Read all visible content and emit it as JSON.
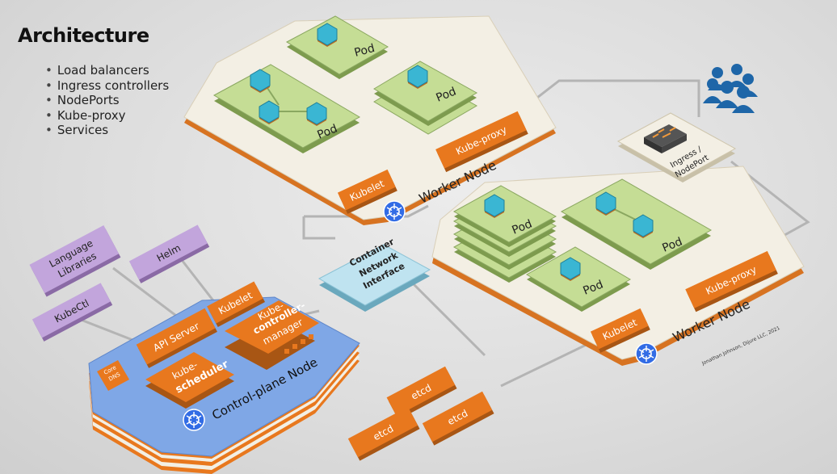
{
  "slide": {
    "title": "Architecture",
    "bullets": [
      "Load balancers",
      "Ingress controllers",
      "NodePorts",
      "Kube-proxy",
      "Services"
    ]
  },
  "nodes": {
    "worker_top": {
      "label": "Worker Node",
      "kubelet": "Kubelet",
      "kube_proxy": "Kube-proxy",
      "pods": [
        "Pod",
        "Pod",
        "Pod"
      ]
    },
    "worker_bottom": {
      "label": "Worker Node",
      "kubelet": "Kubelet",
      "kube_proxy": "Kube-proxy",
      "pods": [
        "Pod",
        "Pod",
        "Pod"
      ]
    },
    "control_plane": {
      "label": "Control-plane Node",
      "api_server": "API Server",
      "kubelet": "Kubelet",
      "controller_manager": [
        "Kube-",
        "controller-",
        "manager"
      ],
      "scheduler": [
        "kube-",
        "scheduler"
      ],
      "core_dns": [
        "Core",
        "DNS"
      ]
    }
  },
  "clients": {
    "kubectl": "KubeCtl",
    "language_libraries": [
      "Language",
      "Libraries"
    ],
    "helm": "Helm"
  },
  "cni": [
    "Container",
    "Network",
    "Interface"
  ],
  "ingress": [
    "Ingress /",
    "NodePort"
  ],
  "etcd": [
    "etcd",
    "etcd",
    "etcd"
  ],
  "copyright": "Jonathan Johnson, Dijure LLC, 2021",
  "colors": {
    "orange": "#e8781e",
    "node_bg": "#f3efe4",
    "pod_green": "#c5dd95",
    "control_blue": "#7fa7e6",
    "cni_blue": "#bfe3f0",
    "client_purple": "#c2a5dc",
    "hex_blue": "#3ab6d3"
  }
}
